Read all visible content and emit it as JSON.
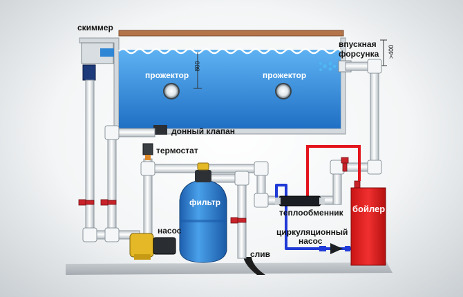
{
  "labels": {
    "skimmer": "скиммер",
    "inlet_nozzle_line1": "впускная",
    "inlet_nozzle_line2": "форсунка",
    "depth_mark": "800",
    "height_mark": ">400",
    "spotlight_left": "прожектор",
    "spotlight_right": "прожектор",
    "bottom_valve": "донный клапан",
    "thermostat": "термостат",
    "filter": "фильтр",
    "heat_exchanger": "теплообменник",
    "circulation_pump_line1": "циркуляционный",
    "circulation_pump_line2": "насос",
    "boiler": "бойлер",
    "pump": "насос",
    "drain": "слив"
  },
  "colors": {
    "water": "#2f86d4",
    "water_light": "#5aaef0",
    "pipe_white": "#eef1f3",
    "pipe_outline": "#8b959c",
    "hot_line": "#e3141c",
    "cold_line": "#1f3ad6",
    "boiler": "#e01d1d",
    "filter": "#2e7fd2",
    "valve_red": "#c8232a",
    "pump_yellow": "#e4b826",
    "deck_wood": "#b4744a"
  }
}
